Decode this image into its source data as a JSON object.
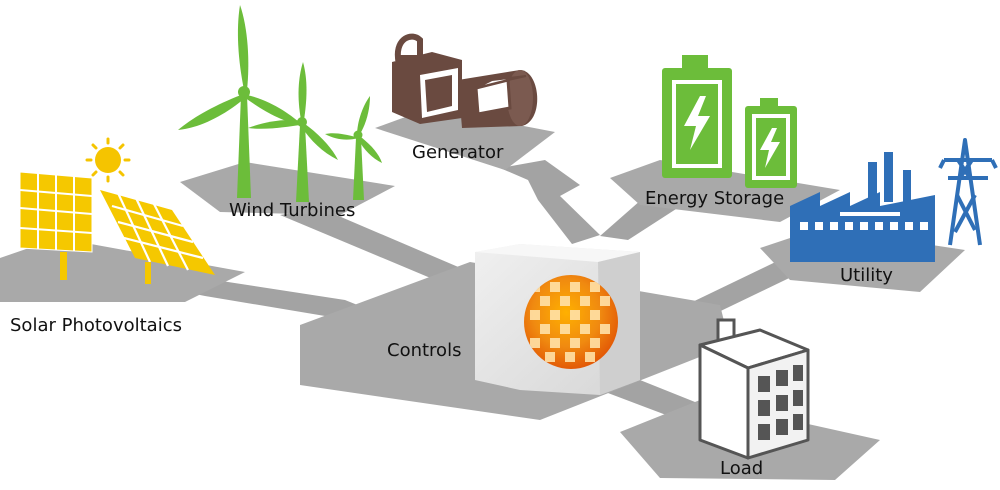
{
  "labels": {
    "solar": "Solar Photovoltaics",
    "wind": "Wind Turbines",
    "generator": "Generator",
    "storage": "Energy Storage",
    "utility": "Utility",
    "controls": "Controls",
    "load": "Load"
  },
  "colors": {
    "platform": "#a9a9a9",
    "connector": "#a3a3a3",
    "solar_panel": "#f5c800",
    "sun": "#f5c400",
    "turbine": "#6cbd3a",
    "battery": "#6cbd3a",
    "utility": "#2f6fb7",
    "generator": "#6a4a40",
    "controls_box": "#e6e6e6",
    "globe": "#ee7a0d",
    "building": "#ffffff"
  },
  "icons": {
    "solar": "solar-panel-icon",
    "sun": "sun-icon",
    "wind": "wind-turbine-icon",
    "generator": "generator-icon",
    "storage": "battery-icon",
    "utility": "factory-and-power-tower-icon",
    "controls": "controller-box-icon",
    "load": "building-icon"
  }
}
